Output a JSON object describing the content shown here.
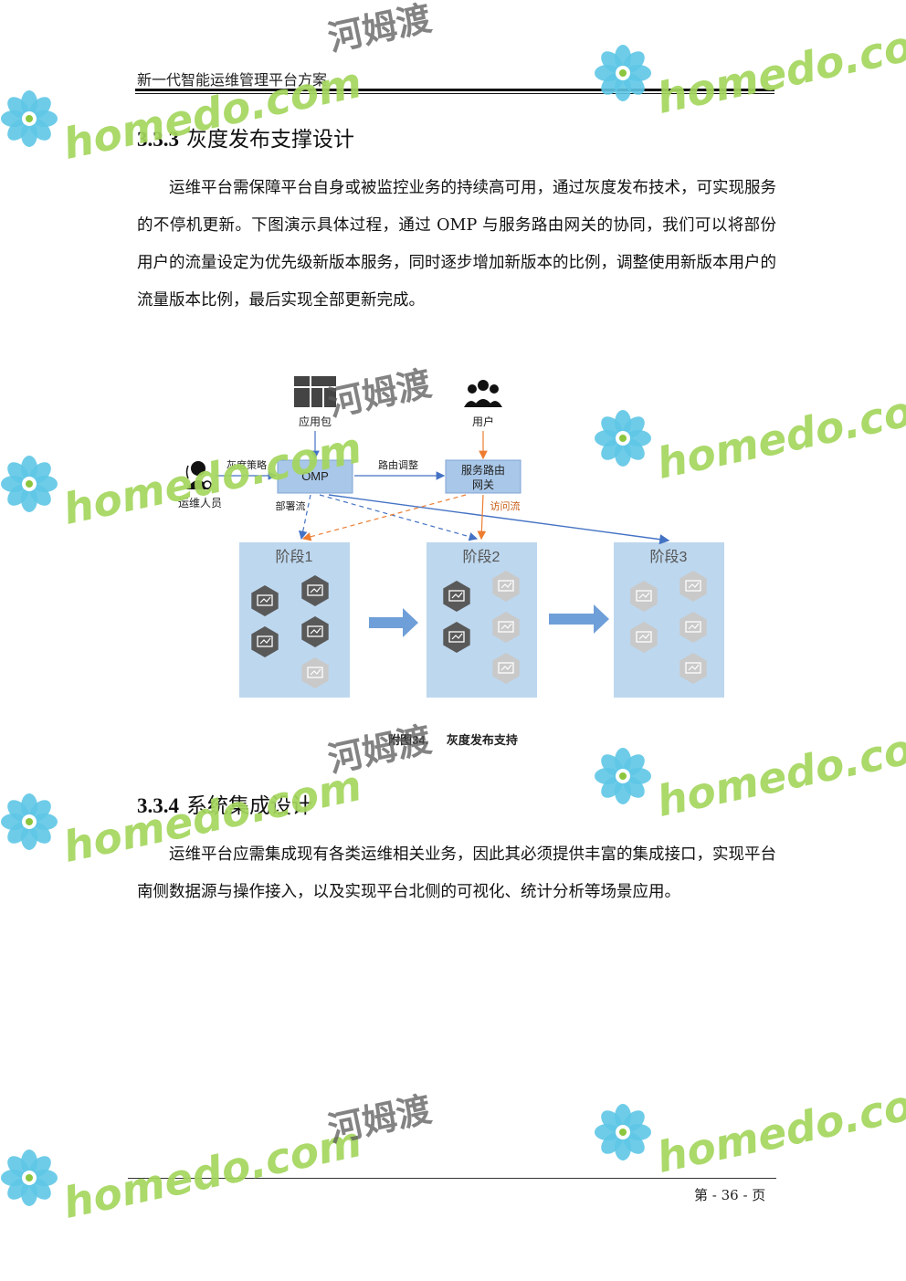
{
  "header": {
    "title": "新一代智能运维管理平台方案"
  },
  "section1": {
    "number": "3.3.3",
    "title": "灰度发布支撑设计",
    "paragraph": "运维平台需保障平台自身或被监控业务的持续高可用，通过灰度发布技术，可实现服务的不停机更新。下图演示具体过程，通过 OMP 与服务路由网关的协同，我们可以将部份用户的流量设定为优先级新版本服务，同时逐步增加新版本的比例，调整使用新版本用户的流量版本比例，最后实现全部更新完成。"
  },
  "diagram": {
    "package_label": "应用包",
    "users_label": "用户",
    "operator_label": "运维人员",
    "policy_label": "灰度策略",
    "omp_label": "OMP",
    "route_adjust_label": "路由调整",
    "gateway_label_line1": "服务路由",
    "gateway_label_line2": "网关",
    "deploy_flow_label": "部署流",
    "access_flow_label": "访问流",
    "stages": [
      "阶段1",
      "阶段2",
      "阶段3"
    ],
    "colors": {
      "stage_bg": "#bdd7ee",
      "node_box": "#a9c7e8",
      "blue_line": "#4472c4",
      "orange_line": "#ed7d31",
      "arrow_fill": "#6f9fd8",
      "old_node": "#595959",
      "new_node": "#c9c9c9"
    }
  },
  "caption": {
    "label": "附图34.",
    "text": "灰度发布支持"
  },
  "section2": {
    "number": "3.3.4",
    "title": "系统集成设计",
    "paragraph": "运维平台应需集成现有各类运维相关业务，因此其必须提供丰富的集成接口，实现平台南侧数据源与操作接入，以及实现平台北侧的可视化、统计分析等场景应用。"
  },
  "footer": {
    "page": "第 - 36 - 页"
  },
  "watermark": {
    "latin": "homedo.com",
    "chinese": "河姆渡"
  }
}
